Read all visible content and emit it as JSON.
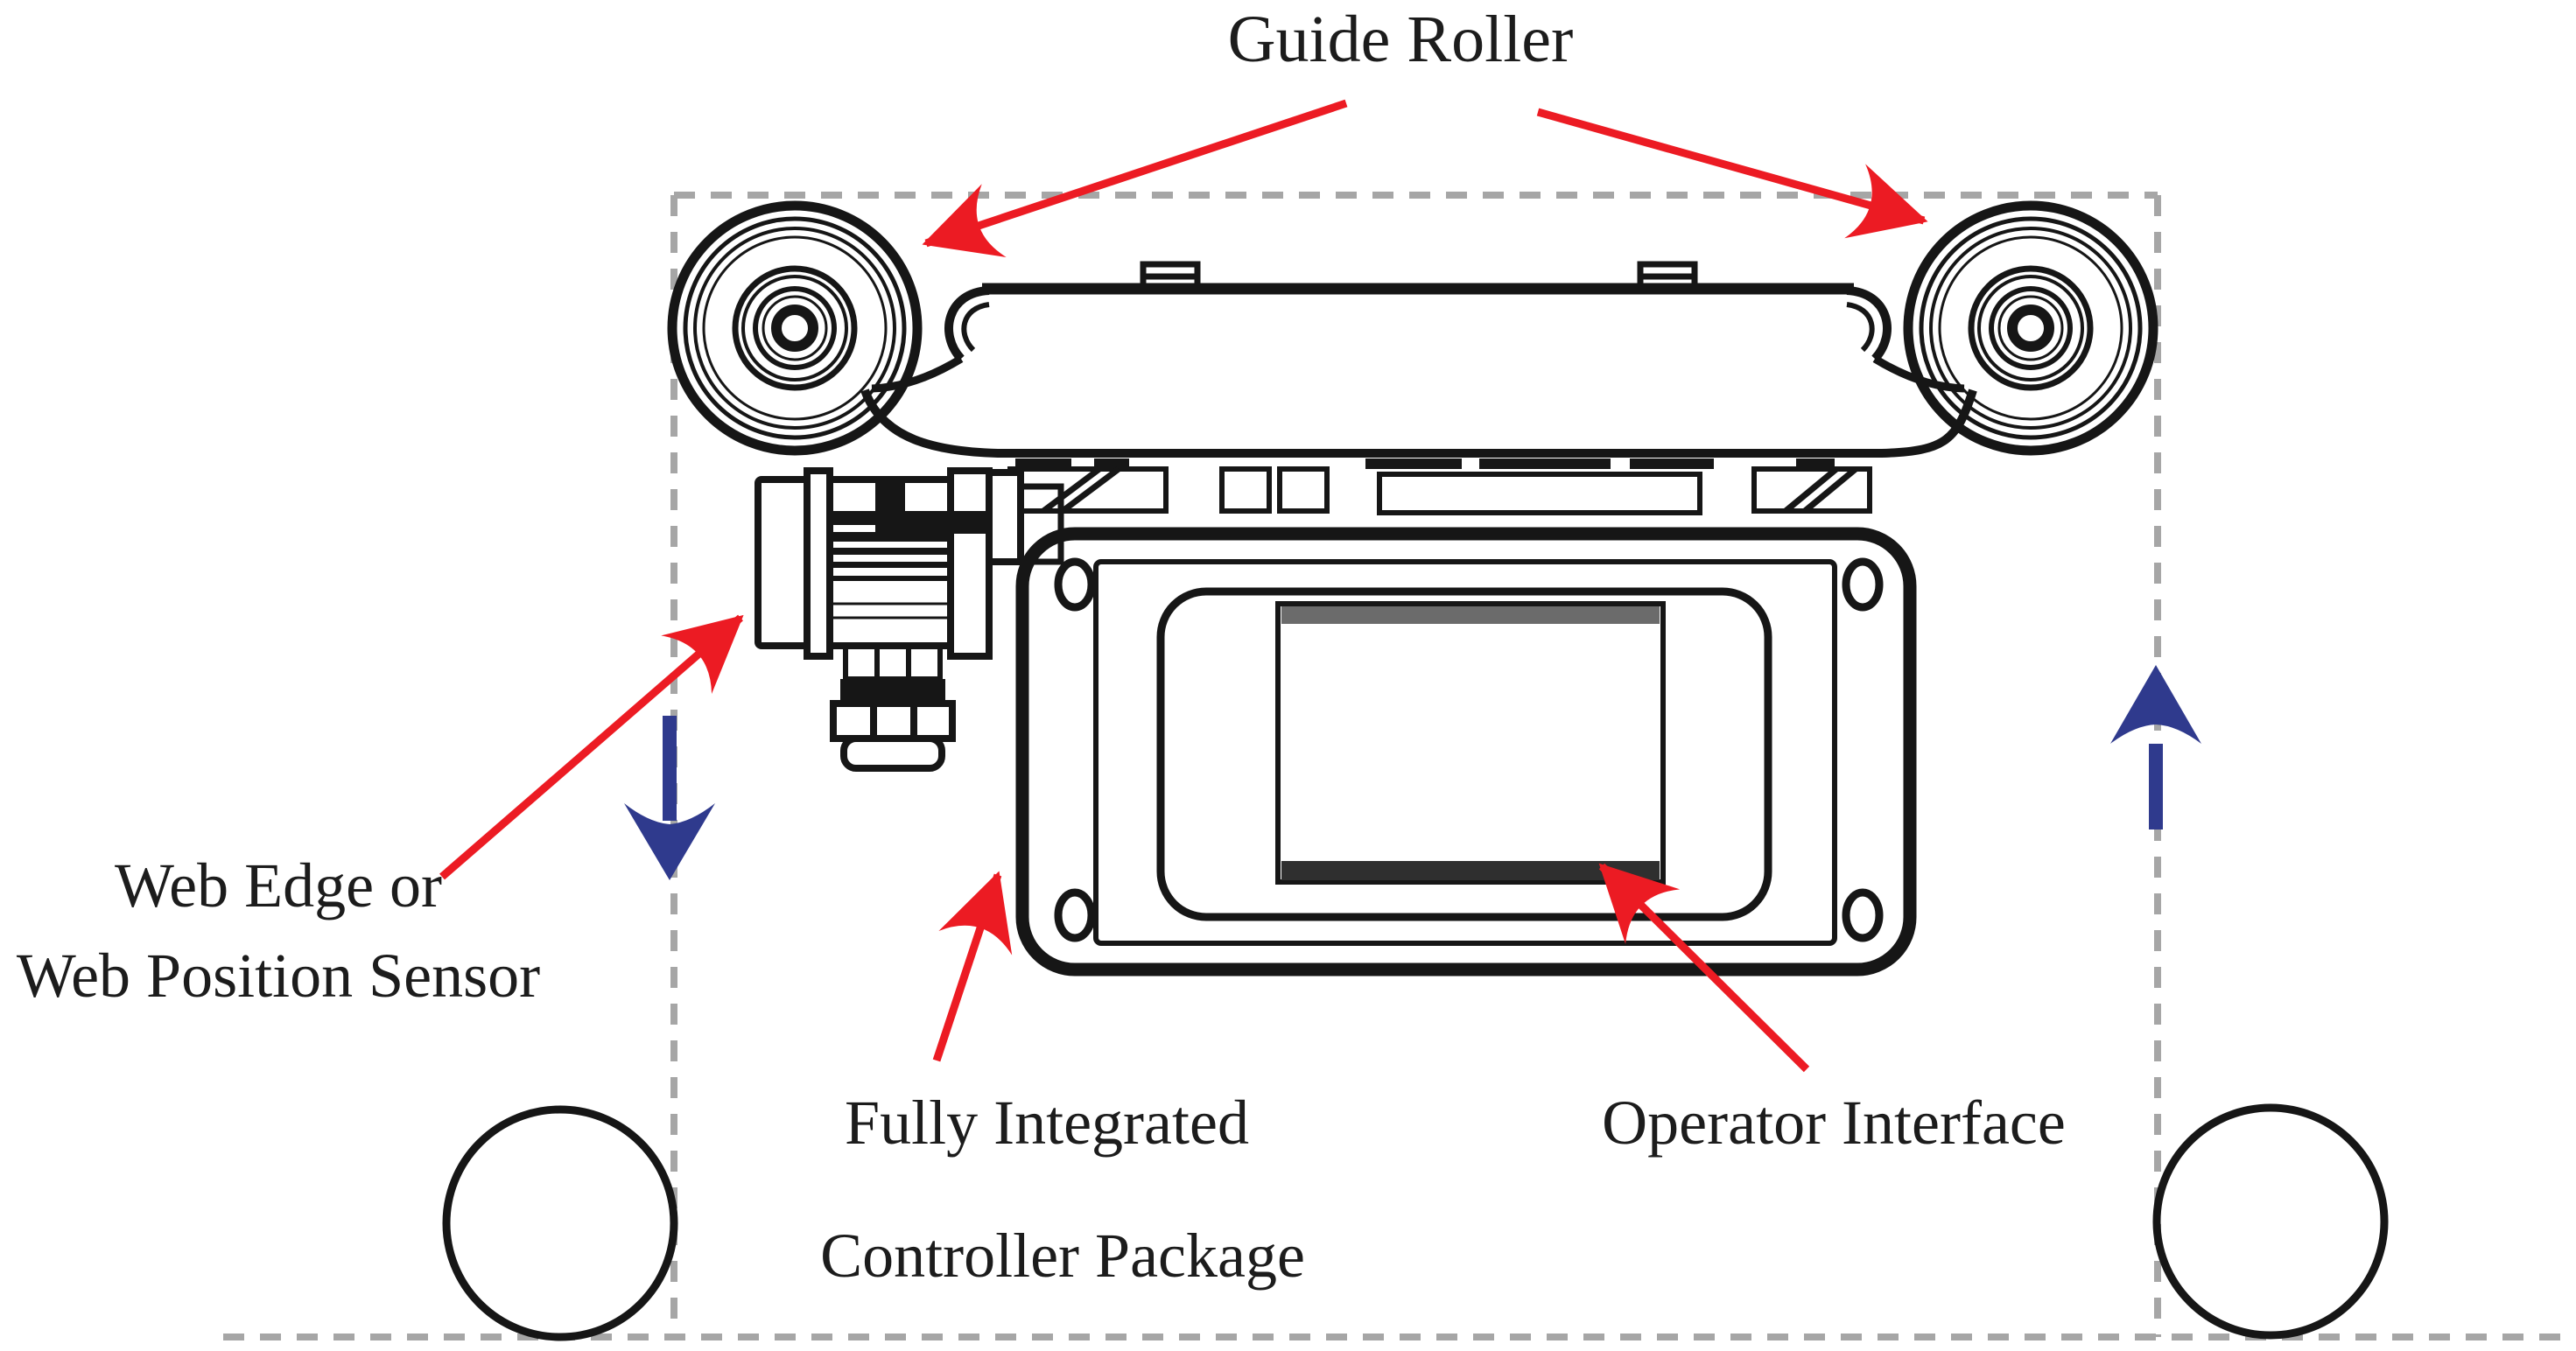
{
  "diagram": {
    "labels": {
      "guide_roller": "Guide Roller",
      "web_sensor_line1": "Web Edge or",
      "web_sensor_line2": "Web Position Sensor",
      "controller_line1": "Fully Integrated",
      "controller_line2": "Controller Package",
      "operator_interface": "Operator Interface"
    },
    "colors": {
      "annotation_arrow_red": "#ec1b23",
      "web_direction_blue": "#2f3a8d",
      "web_path_dash_gray": "#a6a6a6",
      "drawing_ink_black": "#161616"
    },
    "web_direction": {
      "left_side_arrow": "down",
      "right_side_arrow": "up"
    },
    "icon_names": [
      "guide-roller-left-icon",
      "guide-roller-right-icon",
      "web-sensor-icon",
      "controller-box-icon",
      "operator-screen-icon",
      "unwind-roll-left-icon",
      "unwind-roll-right-icon"
    ]
  }
}
